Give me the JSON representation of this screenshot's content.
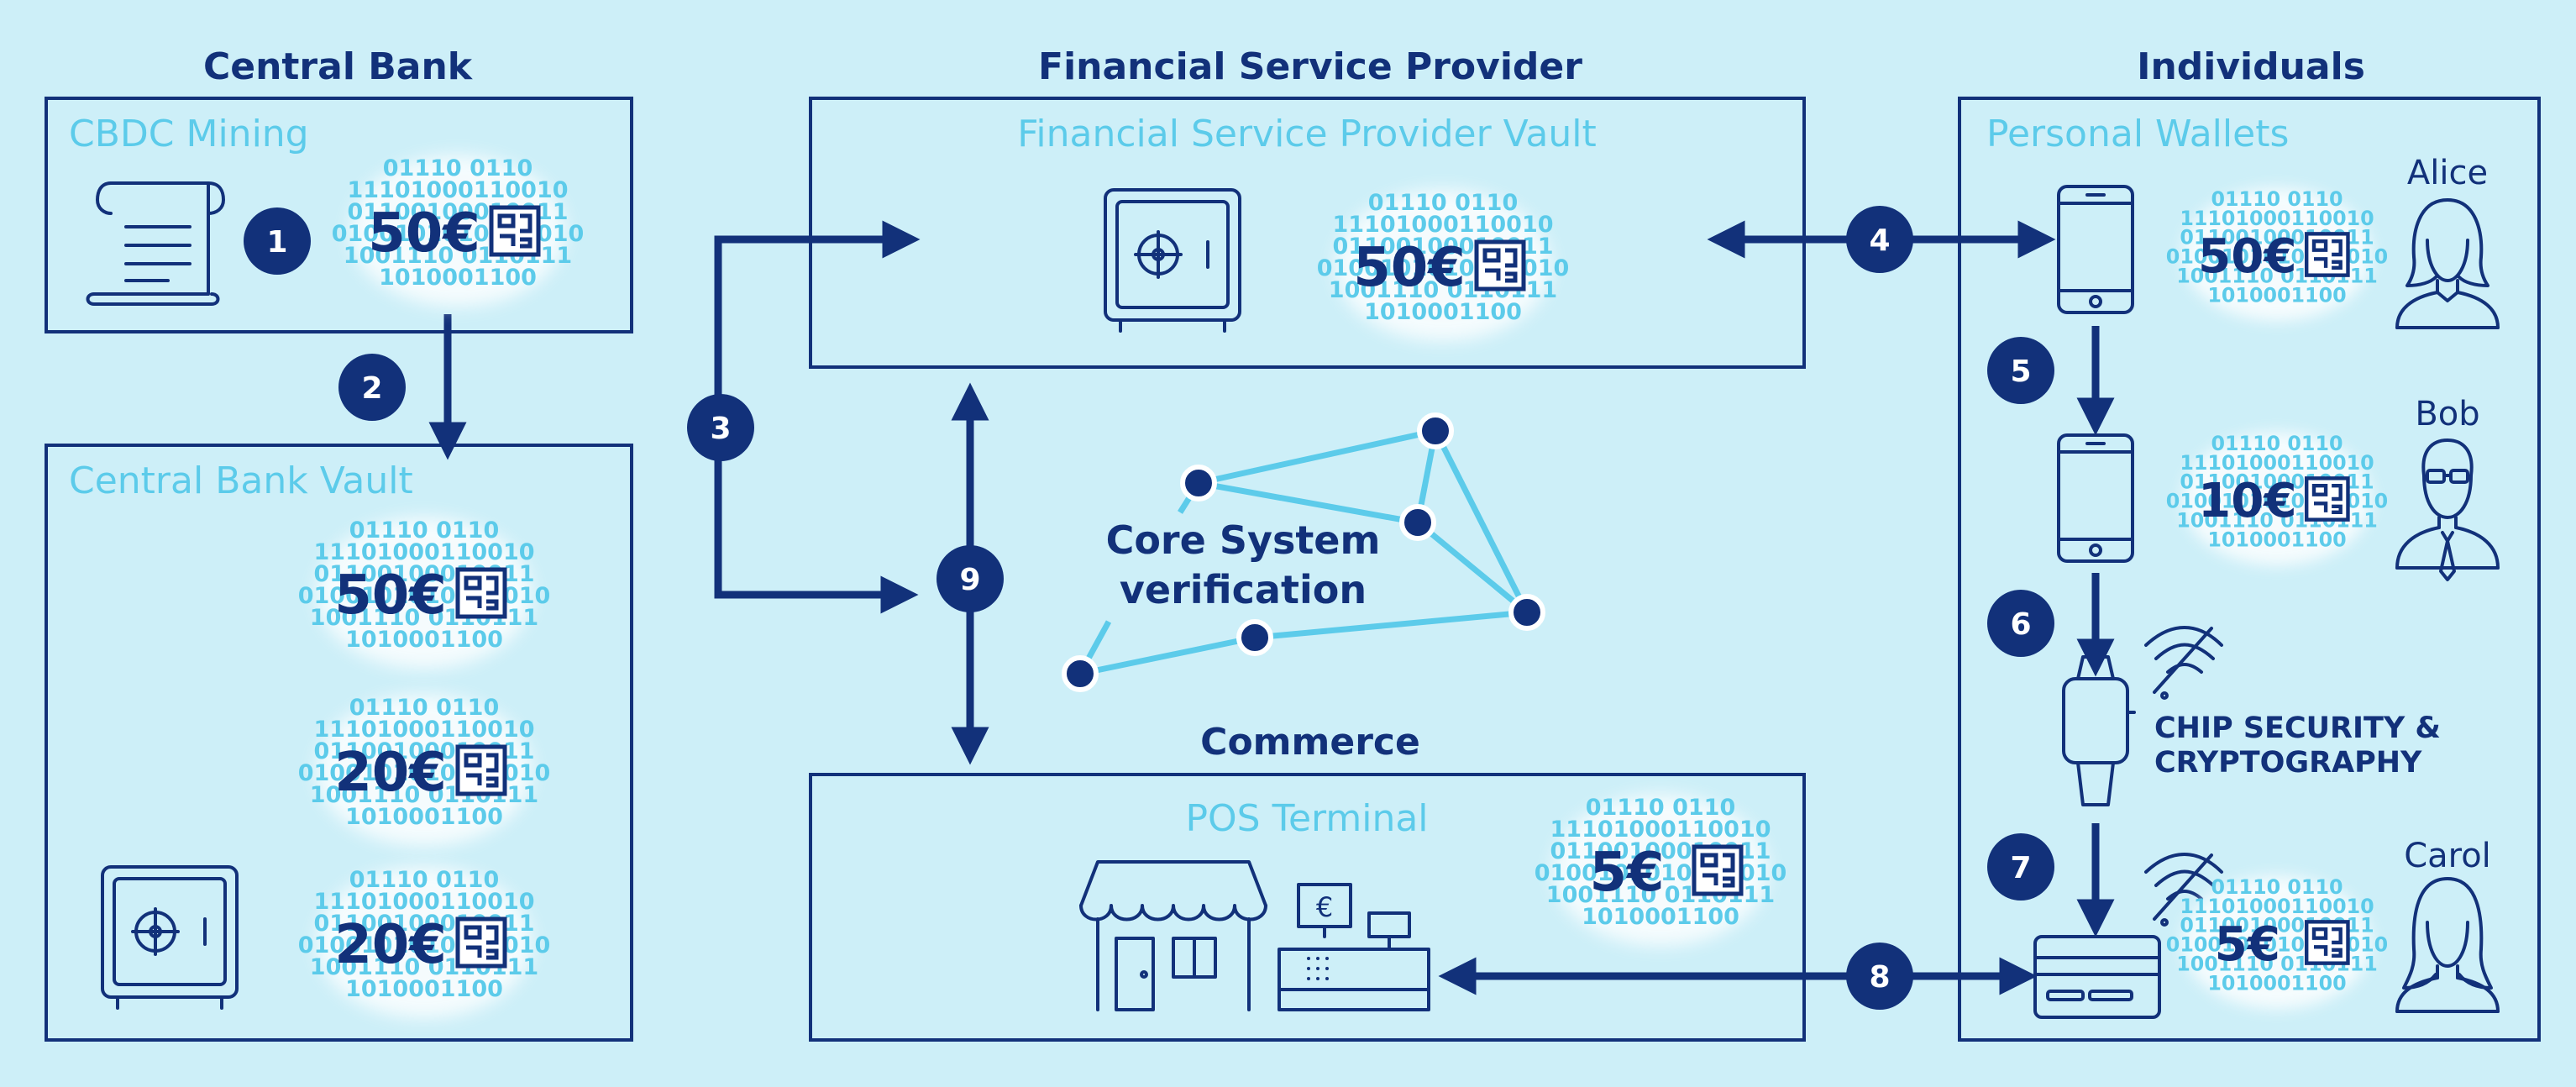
{
  "sections": {
    "central_bank": "Central Bank",
    "financial_service_provider": "Financial Service Provider",
    "individuals": "Individuals",
    "commerce": "Commerce"
  },
  "boxes": {
    "cbdc_mining": "CBDC Mining",
    "central_bank_vault": "Central Bank Vault",
    "fsp_vault": "Financial Service Provider Vault",
    "personal_wallets": "Personal Wallets",
    "pos_terminal": "POS Terminal"
  },
  "binary_lines": [
    "01110 0110",
    "11101000110010",
    "01100100010011",
    "0100101010001010",
    "1001110 0110111",
    "1010001100"
  ],
  "tokens": [
    {
      "id": "mining",
      "amount": "50€"
    },
    {
      "id": "cb-vault-1",
      "amount": "50€"
    },
    {
      "id": "cb-vault-2",
      "amount": "20€"
    },
    {
      "id": "cb-vault-3",
      "amount": "20€"
    },
    {
      "id": "fsp-vault",
      "amount": "50€"
    },
    {
      "id": "alice",
      "amount": "50€"
    },
    {
      "id": "bob",
      "amount": "10€"
    },
    {
      "id": "pos",
      "amount": "5€"
    },
    {
      "id": "carol",
      "amount": "5€"
    }
  ],
  "steps": [
    "1",
    "2",
    "3",
    "4",
    "5",
    "6",
    "7",
    "8",
    "9"
  ],
  "people": {
    "alice": "Alice",
    "bob": "Bob",
    "carol": "Carol"
  },
  "core": {
    "line1": "Core System",
    "line2": "verification"
  },
  "chip": {
    "line1": "CHIP SECURITY &",
    "line2": "CRYPTOGRAPHY"
  },
  "register_symbol": "€",
  "colors": {
    "background": "#cdeff8",
    "dark_blue": "#12317a",
    "light_blue": "#5ccbea"
  },
  "icons": [
    "document-scroll-icon",
    "safe-icon",
    "smartphone-icon",
    "smartwatch-icon",
    "contactless-icon",
    "card-icon",
    "shop-icon",
    "cash-register-icon",
    "person-icon"
  ]
}
